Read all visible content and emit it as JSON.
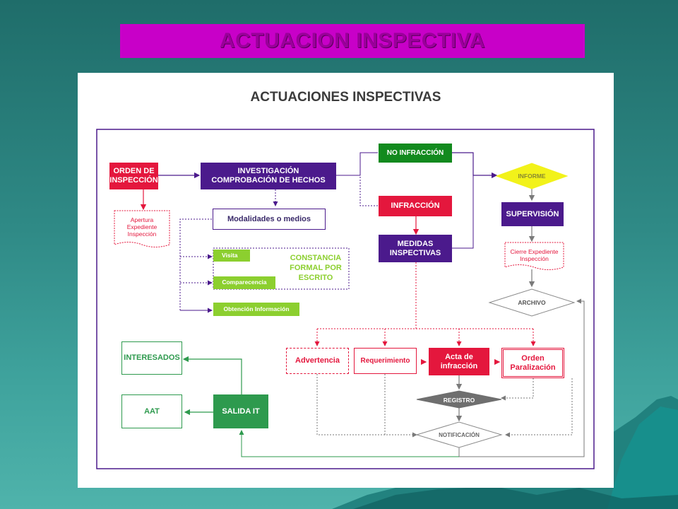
{
  "slide": {
    "title": "ACTUACION INSPECTIVA",
    "colors": {
      "title_bar": "#c800c8",
      "background": "#2f8a86"
    }
  },
  "diagram": {
    "heading": "ACTUACIONES INSPECTIVAS",
    "nodes": {
      "orden_inspeccion": [
        "ORDEN DE",
        "INSPECCIÓN"
      ],
      "apertura": [
        "Apertura",
        "Expediente",
        "Inspección"
      ],
      "investigacion": [
        "INVESTIGACIÓN",
        "COMPROBACIÓN DE HECHOS"
      ],
      "modalidades": "Modalidades o medios",
      "visita": "Visita",
      "comparecencia": "Comparecencia",
      "obtencion": "Obtención Información",
      "constancia": [
        "CONSTANCIA",
        "FORMAL POR",
        "ESCRITO"
      ],
      "no_infraccion": "NO INFRACCIÓN",
      "infraccion": "INFRACCIÓN",
      "medidas": [
        "MEDIDAS",
        "INSPECTIVAS"
      ],
      "informe": "INFORME",
      "supervision": "SUPERVISIÓN",
      "cierre": [
        "Cierre Expediente",
        "Inspección"
      ],
      "archivo": "ARCHIVO",
      "advertencia": "Advertencia",
      "requerimiento": "Requerimiento",
      "acta": [
        "Acta de",
        "infracción"
      ],
      "orden_paralizacion": [
        "Orden",
        "Paralización"
      ],
      "registro": "REGISTRO",
      "notificacion": "NOTIFICACIÓN",
      "interesados": "INTERESADOS",
      "aat": "AAT",
      "salida_it": "SALIDA IT"
    },
    "colors": {
      "red": "#e4173d",
      "purple": "#4b1a8c",
      "green": "#128a1e",
      "lime": "#8ccf2f",
      "exit_green": "#2e9a4e",
      "yellow": "#f2f21a",
      "gray": "#7a7a7a"
    }
  }
}
